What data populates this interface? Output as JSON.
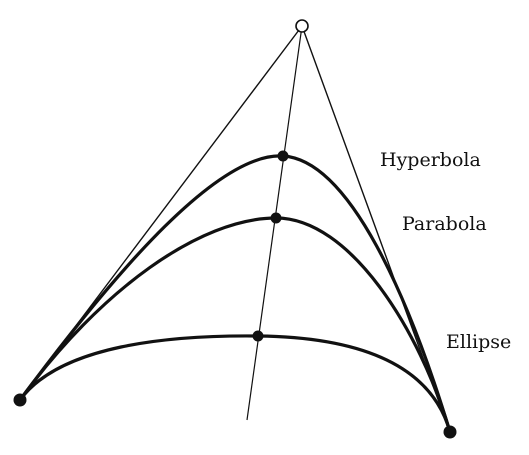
{
  "diagram": {
    "labels": {
      "hyperbola": "Hyperbola",
      "parabola": "Parabola",
      "ellipse": "Ellipse"
    },
    "colors": {
      "ink": "#111111",
      "background": "#ffffff"
    }
  }
}
